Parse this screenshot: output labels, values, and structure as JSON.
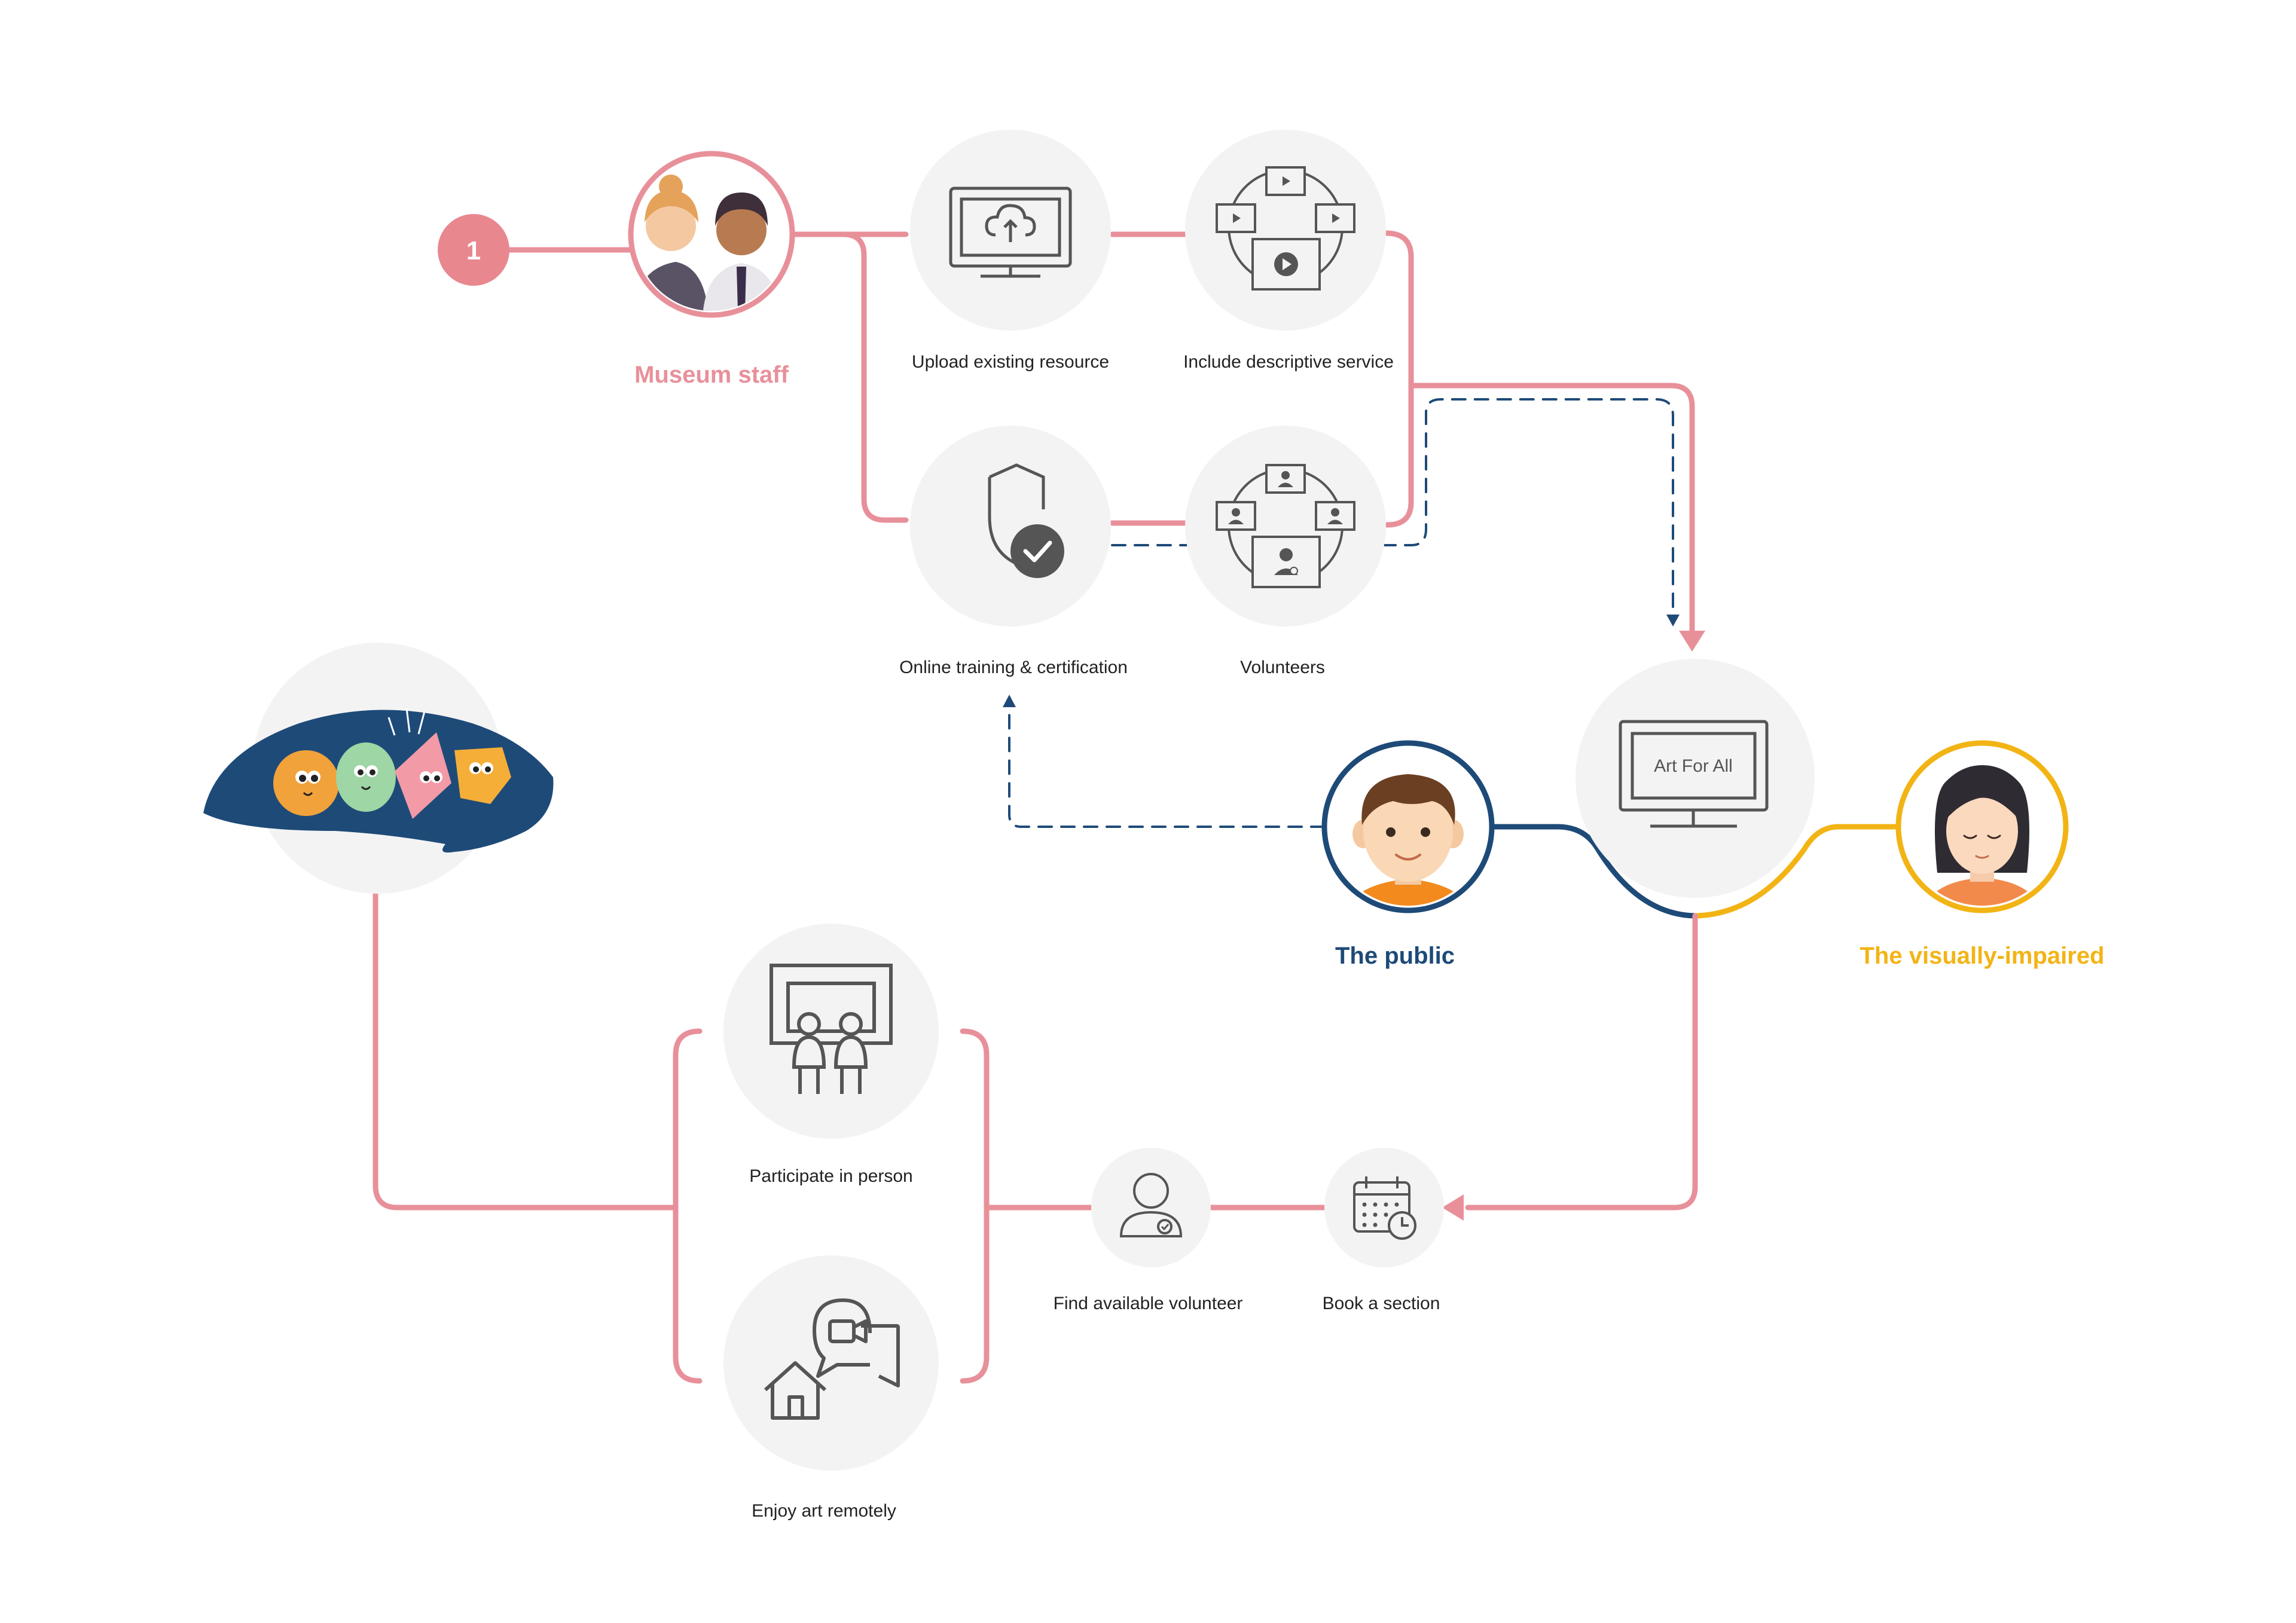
{
  "colors": {
    "staff": "#E8909A",
    "staff_marker": "#E9878F",
    "public": "#1E4A78",
    "impaired": "#F2B415",
    "circle_bg": "#F3F3F3",
    "icon": "#555555",
    "label": "#222222"
  },
  "step": {
    "number": "1"
  },
  "actors": {
    "staff": {
      "label": "Museum staff",
      "icon": "staff-avatar"
    },
    "public": {
      "label": "The public",
      "icon": "boy-avatar"
    },
    "impaired": {
      "label": "The visually-impaired",
      "icon": "woman-avatar"
    }
  },
  "nodes": {
    "upload": {
      "label": "Upload existing resource",
      "icon": "monitor-cloud-upload-icon"
    },
    "descriptive": {
      "label": "Include descriptive service",
      "icon": "video-screens-icon"
    },
    "training": {
      "label": "Online training & certification",
      "icon": "shield-check-icon"
    },
    "volunteers": {
      "label": "Volunteers",
      "icon": "volunteer-screens-icon"
    },
    "hub": {
      "screen_text": "Art For All",
      "icon": "monitor-icon"
    },
    "book": {
      "label": "Book a section",
      "icon": "calendar-clock-icon"
    },
    "find": {
      "label": "Find available volunteer",
      "icon": "user-check-icon"
    },
    "person": {
      "label": "Participate in person",
      "icon": "gallery-visitors-icon"
    },
    "remote": {
      "label": "Enjoy art remotely",
      "icon": "home-video-chat-icon"
    },
    "mascots": {
      "icon": "mascot-blob-illustration"
    }
  }
}
